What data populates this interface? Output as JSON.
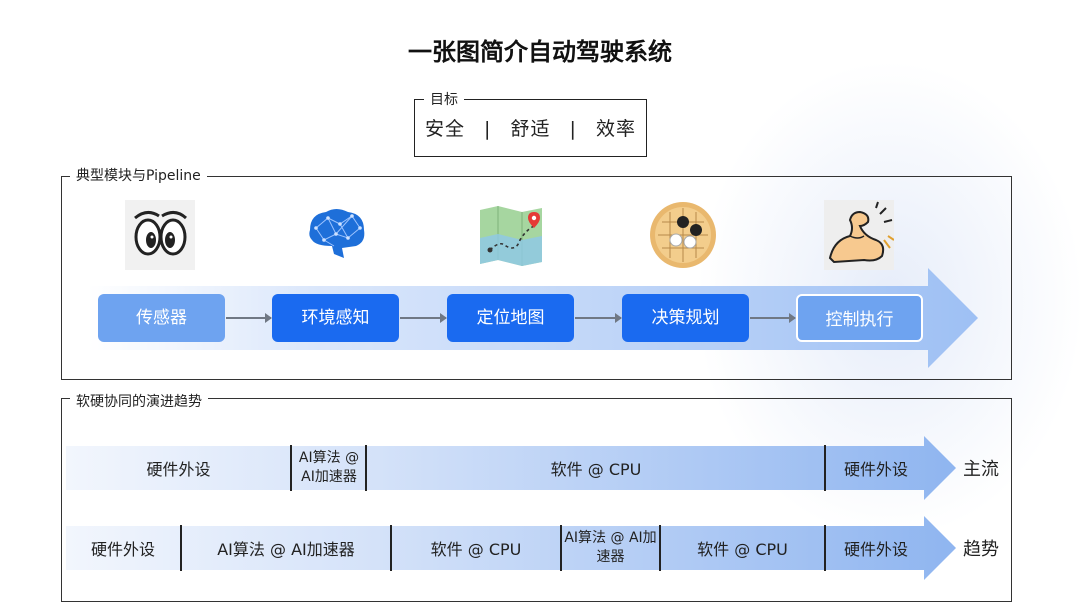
{
  "title": "一张图简介自动驾驶系统",
  "goal": {
    "legend": "目标",
    "items": [
      "安全",
      "舒适",
      "效率"
    ],
    "separator": "|"
  },
  "pipeline": {
    "legend": "典型模块与Pipeline",
    "stages": [
      {
        "label": "传感器",
        "icon": "eyes-icon"
      },
      {
        "label": "环境感知",
        "icon": "brain-icon"
      },
      {
        "label": "定位地图",
        "icon": "map-icon"
      },
      {
        "label": "决策规划",
        "icon": "go-board-icon"
      },
      {
        "label": "控制执行",
        "icon": "flexed-arm-icon"
      }
    ],
    "colors": {
      "primary": "#1a6af0",
      "light": "#6ea3f0",
      "arrow": "#a9c6f5"
    }
  },
  "trend": {
    "legend": "软硬协同的演进趋势",
    "mainstream": {
      "label": "主流",
      "segments": [
        "硬件外设",
        "AI算法 @ AI加速器",
        "软件 @ CPU",
        "硬件外设"
      ]
    },
    "future": {
      "label": "趋势",
      "segments": [
        "硬件外设",
        "AI算法 @ AI加速器",
        "软件 @ CPU",
        "AI算法 @ AI加速器",
        "软件 @ CPU",
        "硬件外设"
      ]
    }
  }
}
